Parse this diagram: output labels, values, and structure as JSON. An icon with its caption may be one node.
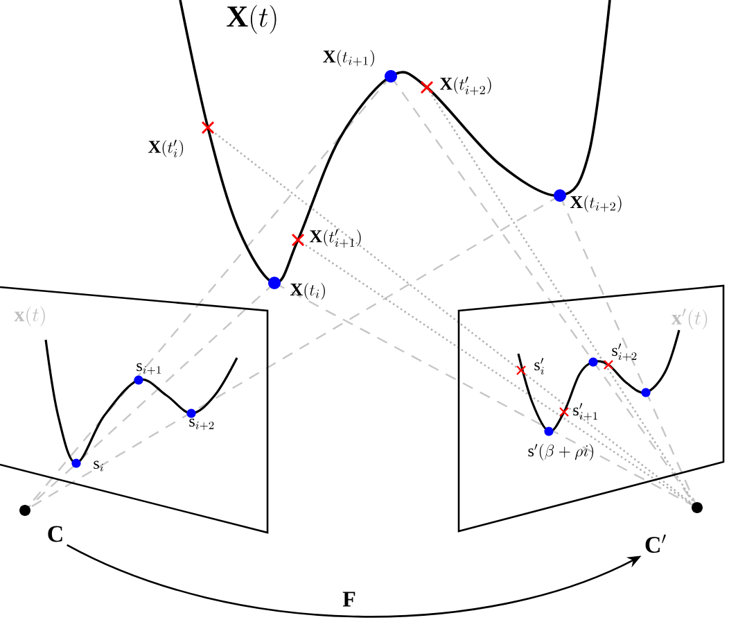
{
  "diagram": {
    "nodes": [
      {
        "text": [
          "\\mathbf{x}(t)"
        ]
      },
      {
        "text": [
          "\\mathbf{x}'(t)"
        ]
      },
      {
        "text": [
          "\\mathbf{C}"
        ]
      },
      {
        "text": [
          "\\mathbf{C}'"
        ]
      }
    ],
    "edges": [
      {
        "from": 2,
        "to": 3,
        "arrow": "to",
        "label": "\\mathbf{F}"
      }
    ],
    "labels": [
      "\\mathbf{X}(t)",
      "\\mathbf{X}(t_{i+1})",
      "\\mathbf{X}(t'_{i+2})",
      "\\mathbf{X}(t'_i)",
      "\\mathbf{X}(t_{i+2})",
      "\\mathbf{X}(t'_{i+1})",
      "\\mathbf{X}(t_i)",
      "\\mathrm{s}_{i+1}",
      "\\mathrm{s}_{i+2}",
      "\\mathrm{s}_i",
      "\\mathrm{s}'_i",
      "\\mathrm{s}'_{i+2}",
      "\\mathrm{s}'_{i+1}",
      "\\mathrm{s}'(\\beta+\\rho i)"
    ]
  }
}
